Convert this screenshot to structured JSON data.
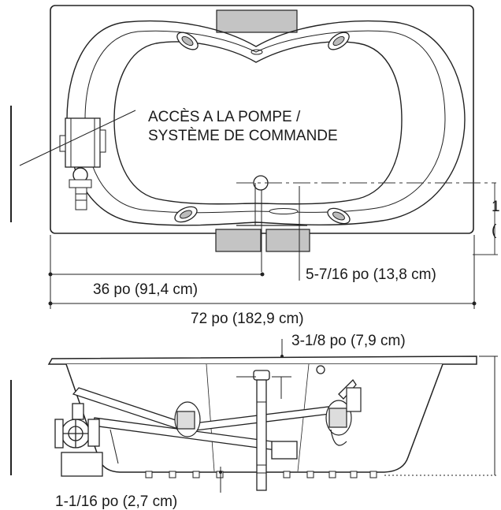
{
  "callout": {
    "line1": "ACCÈS A LA POMPE /",
    "line2": "SYSTÈME DE COMMANDE"
  },
  "dimensions": {
    "drain_from_end": "36 po (91,4 cm)",
    "overall_length": "72 po (182,9 cm)",
    "drain_offset": "5-7/16 po (13,8 cm)",
    "side_height_fragment_1": "1",
    "side_height_fragment_2": "(",
    "rim_thickness": "3-1/8 po (7,9 cm)",
    "foot_clearance": "1-1/16 po (2,7 cm)"
  }
}
